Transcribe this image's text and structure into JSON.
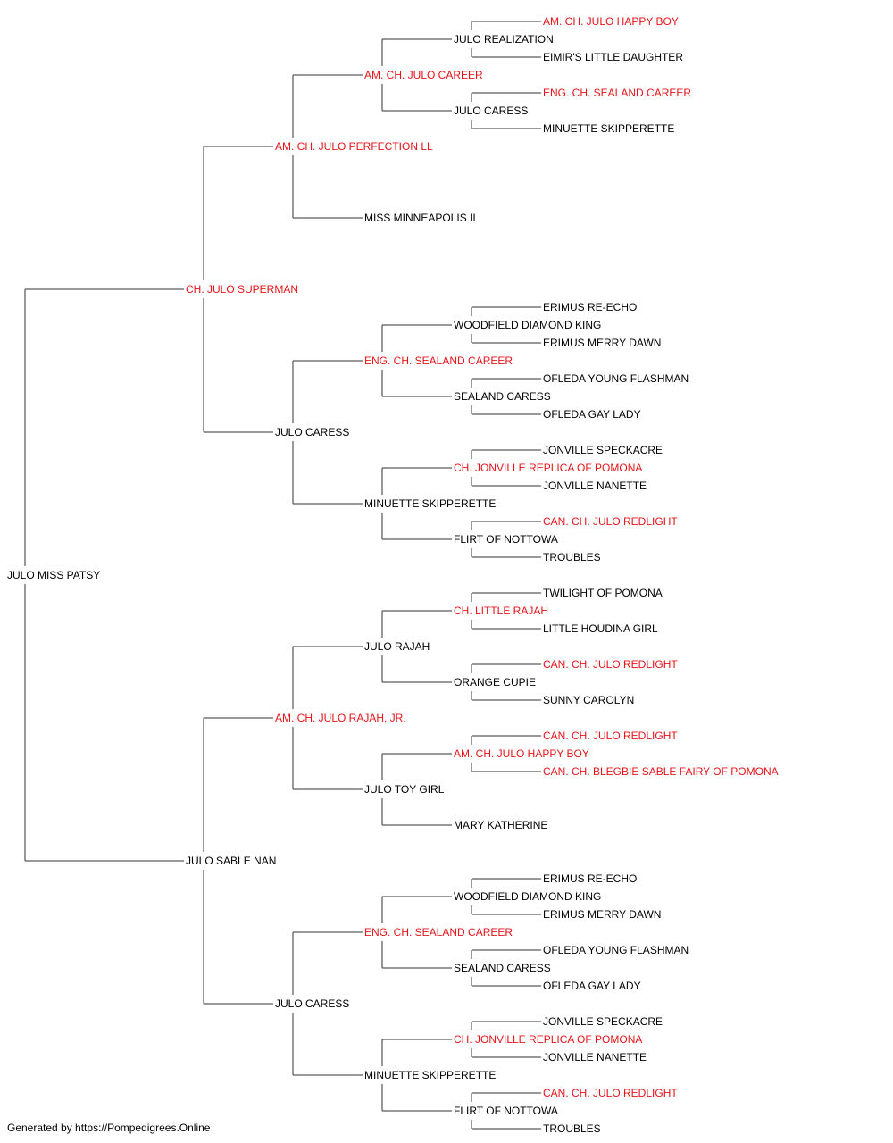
{
  "colors": {
    "champion": "#e8141a",
    "normal": "#000000",
    "line": "#333333"
  },
  "pedigree": {
    "name": "JULO MISS PATSY",
    "champion": false,
    "sire": {
      "name": "CH. JULO SUPERMAN",
      "champion": true,
      "sire": {
        "name": "AM. CH. JULO PERFECTION LL",
        "champion": true,
        "sire": {
          "name": "AM. CH. JULO CAREER",
          "champion": true,
          "sire": {
            "name": "JULO REALIZATION",
            "champion": false,
            "sire": {
              "name": "AM. CH. JULO HAPPY BOY",
              "champion": true
            },
            "dam": {
              "name": "EIMIR'S LITTLE DAUGHTER",
              "champion": false
            }
          },
          "dam": {
            "name": "JULO CARESS",
            "champion": false,
            "sire": {
              "name": "ENG. CH. SEALAND CAREER",
              "champion": true
            },
            "dam": {
              "name": "MINUETTE SKIPPERETTE",
              "champion": false
            }
          }
        },
        "dam": {
          "name": "MISS MINNEAPOLIS II",
          "champion": false
        }
      },
      "dam": {
        "name": "JULO CARESS",
        "champion": false,
        "sire": {
          "name": "ENG. CH. SEALAND CAREER",
          "champion": true,
          "sire": {
            "name": "WOODFIELD DIAMOND KING",
            "champion": false,
            "sire": {
              "name": "ERIMUS RE-ECHO",
              "champion": false
            },
            "dam": {
              "name": "ERIMUS MERRY DAWN",
              "champion": false
            }
          },
          "dam": {
            "name": "SEALAND CARESS",
            "champion": false,
            "sire": {
              "name": "OFLEDA YOUNG FLASHMAN",
              "champion": false
            },
            "dam": {
              "name": "OFLEDA GAY LADY",
              "champion": false
            }
          }
        },
        "dam": {
          "name": "MINUETTE SKIPPERETTE",
          "champion": false,
          "sire": {
            "name": "CH. JONVILLE REPLICA OF POMONA",
            "champion": true,
            "sire": {
              "name": "JONVILLE SPECKACRE",
              "champion": false
            },
            "dam": {
              "name": "JONVILLE NANETTE",
              "champion": false
            }
          },
          "dam": {
            "name": "FLIRT OF NOTTOWA",
            "champion": false,
            "sire": {
              "name": "CAN. CH. JULO REDLIGHT",
              "champion": true
            },
            "dam": {
              "name": "TROUBLES",
              "champion": false
            }
          }
        }
      }
    },
    "dam": {
      "name": "JULO SABLE NAN",
      "champion": false,
      "sire": {
        "name": "AM. CH. JULO RAJAH, JR.",
        "champion": true,
        "sire": {
          "name": "JULO RAJAH",
          "champion": false,
          "sire": {
            "name": "CH. LITTLE RAJAH",
            "champion": true,
            "sire": {
              "name": "TWILIGHT OF POMONA",
              "champion": false
            },
            "dam": {
              "name": "LITTLE HOUDINA GIRL",
              "champion": false
            }
          },
          "dam": {
            "name": "ORANGE CUPIE",
            "champion": false,
            "sire": {
              "name": "CAN. CH. JULO REDLIGHT",
              "champion": true
            },
            "dam": {
              "name": "SUNNY CAROLYN",
              "champion": false
            }
          }
        },
        "dam": {
          "name": "JULO TOY GIRL",
          "champion": false,
          "sire": {
            "name": "AM. CH. JULO HAPPY BOY",
            "champion": true,
            "sire": {
              "name": "CAN. CH. JULO REDLIGHT",
              "champion": true
            },
            "dam": {
              "name": "CAN. CH. BLEGBIE SABLE FAIRY OF POMONA",
              "champion": true
            }
          },
          "dam": {
            "name": "MARY KATHERINE",
            "champion": false
          }
        }
      },
      "dam": {
        "name": "JULO CARESS",
        "champion": false,
        "sire": {
          "name": "ENG. CH. SEALAND CAREER",
          "champion": true,
          "sire": {
            "name": "WOODFIELD DIAMOND KING",
            "champion": false,
            "sire": {
              "name": "ERIMUS RE-ECHO",
              "champion": false
            },
            "dam": {
              "name": "ERIMUS MERRY DAWN",
              "champion": false
            }
          },
          "dam": {
            "name": "SEALAND CARESS",
            "champion": false,
            "sire": {
              "name": "OFLEDA YOUNG FLASHMAN",
              "champion": false
            },
            "dam": {
              "name": "OFLEDA GAY LADY",
              "champion": false
            }
          }
        },
        "dam": {
          "name": "MINUETTE SKIPPERETTE",
          "champion": false,
          "sire": {
            "name": "CH. JONVILLE REPLICA OF POMONA",
            "champion": true,
            "sire": {
              "name": "JONVILLE SPECKACRE",
              "champion": false
            },
            "dam": {
              "name": "JONVILLE NANETTE",
              "champion": false
            }
          },
          "dam": {
            "name": "FLIRT OF NOTTOWA",
            "champion": false,
            "sire": {
              "name": "CAN. CH. JULO REDLIGHT",
              "champion": true
            },
            "dam": {
              "name": "TROUBLES",
              "champion": false
            }
          }
        }
      }
    }
  },
  "footer": {
    "text": "Generated by https://Pompedigrees.Online"
  }
}
